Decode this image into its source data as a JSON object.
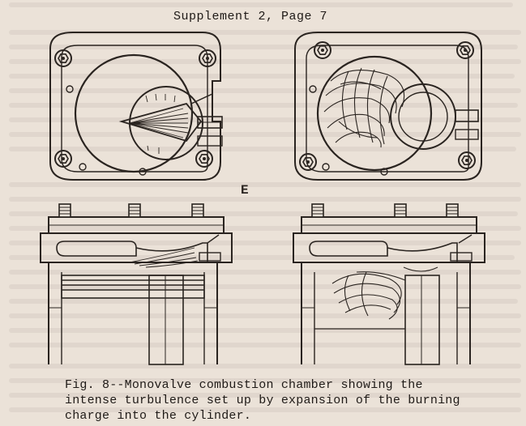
{
  "header": {
    "text": "Supplement 2, Page 7"
  },
  "caption": {
    "text": "Fig. 8--Monovalve combustion chamber showing the\nintense turbulence set up by expansion of the burning\ncharge into the cylinder."
  },
  "margin_mark": "E",
  "ink_color": "#2a2420",
  "paper_color": "#ebe2d8"
}
